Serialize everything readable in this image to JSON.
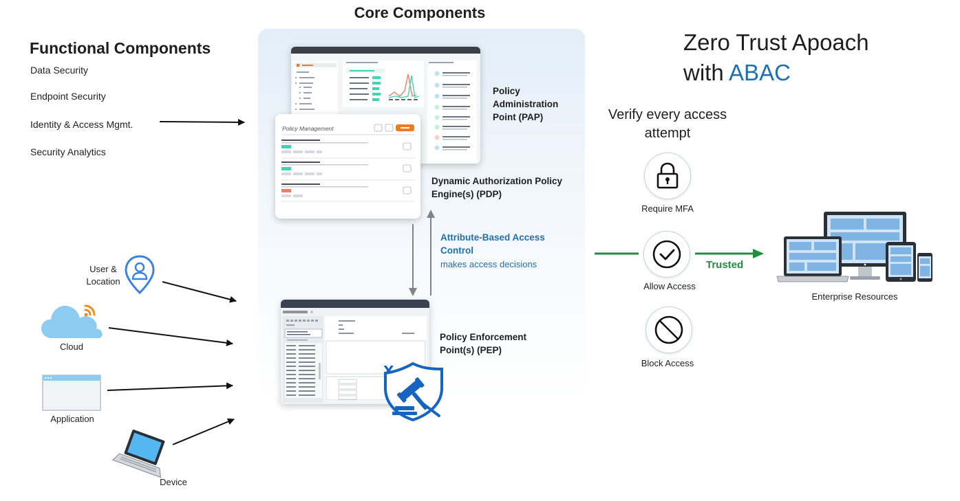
{
  "core": {
    "title": "Core Components"
  },
  "functional": {
    "title": "Functional Components",
    "items": [
      "Data Security",
      "Endpoint Security",
      "Identity & Access Mgmt.",
      "Security Analytics"
    ]
  },
  "zero_trust": {
    "title_line1": "Zero Trust Apoach",
    "title_line2_prefix": "with ",
    "title_line2_accent": "ABAC"
  },
  "verify": {
    "text": "Verify every access attempt"
  },
  "pap": {
    "label": "Policy Administration Point (PAP)"
  },
  "pdp": {
    "label": "Dynamic Authorization Policy Engine(s) (PDP)"
  },
  "policy_card": {
    "title": "Policy Management"
  },
  "abac": {
    "title": "Attribute-Based Access Control",
    "sub": "makes access decisions"
  },
  "pep": {
    "label": "Policy Enforcement Point(s) (PEP)"
  },
  "sources": {
    "user": "User & Location",
    "cloud": "Cloud",
    "application": "Application",
    "device": "Device"
  },
  "decisions": {
    "mfa": "Require MFA",
    "allow": "Allow Access",
    "block": "Block Access"
  },
  "trusted": "Trusted",
  "enterprise": "Enterprise Resources",
  "colors": {
    "accent_blue": "#1f6fb3",
    "trusted_green": "#1e8f3e",
    "orange": "#f07a22",
    "teal": "#3dd6b5",
    "salmon": "#ef7d62"
  }
}
